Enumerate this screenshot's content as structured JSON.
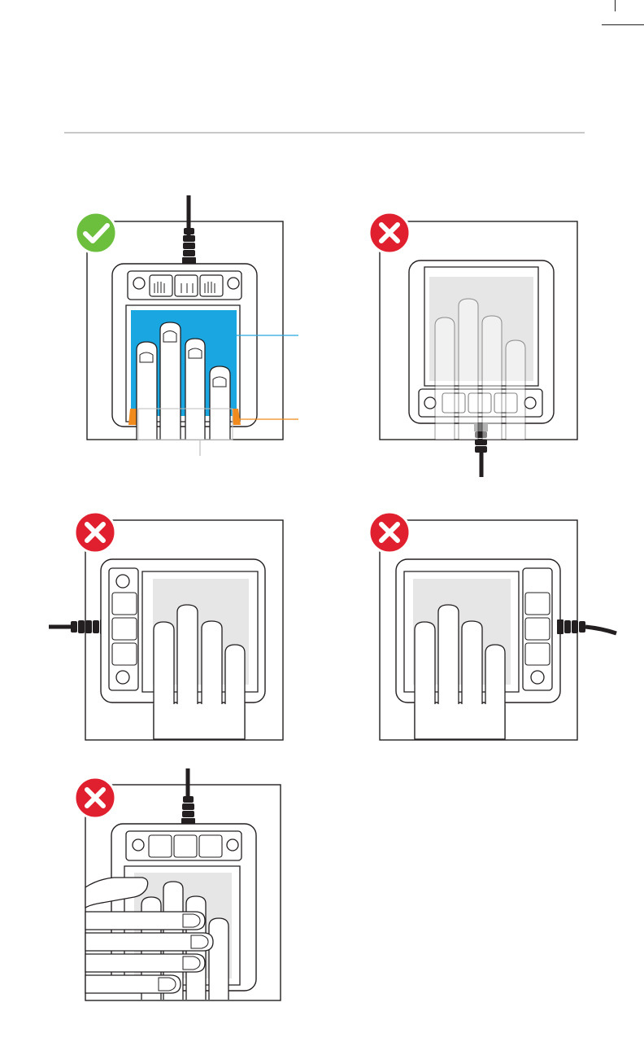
{
  "page": {
    "colors": {
      "rule": "#c8c8c8",
      "frame": "#231f20",
      "platen_active": "#1aa6e0",
      "platen_idle": "#e6e6e6",
      "edge_marker": "#f08a1c",
      "callout_blue": "#27a8e0",
      "callout_orange": "#f08a1c",
      "callout_gray": "#bdbdbd",
      "ok_badge": "#6cbf3c",
      "bad_badge": "#e0202e"
    }
  },
  "figures": [
    {
      "id": "correct-placement",
      "status": "correct",
      "badge_icon": "checkmark-icon",
      "cable_side": "top",
      "platen": "active"
    },
    {
      "id": "device-rotated-180",
      "status": "incorrect",
      "badge_icon": "x-mark-icon",
      "cable_side": "bottom",
      "platen": "idle"
    },
    {
      "id": "cable-left",
      "status": "incorrect",
      "badge_icon": "x-mark-icon",
      "cable_side": "left",
      "platen": "idle"
    },
    {
      "id": "cable-right",
      "status": "incorrect",
      "badge_icon": "x-mark-icon",
      "cable_side": "right",
      "platen": "idle"
    },
    {
      "id": "two-hands-overlap",
      "status": "incorrect",
      "badge_icon": "x-mark-icon",
      "cable_side": "top",
      "platen": "idle"
    }
  ]
}
